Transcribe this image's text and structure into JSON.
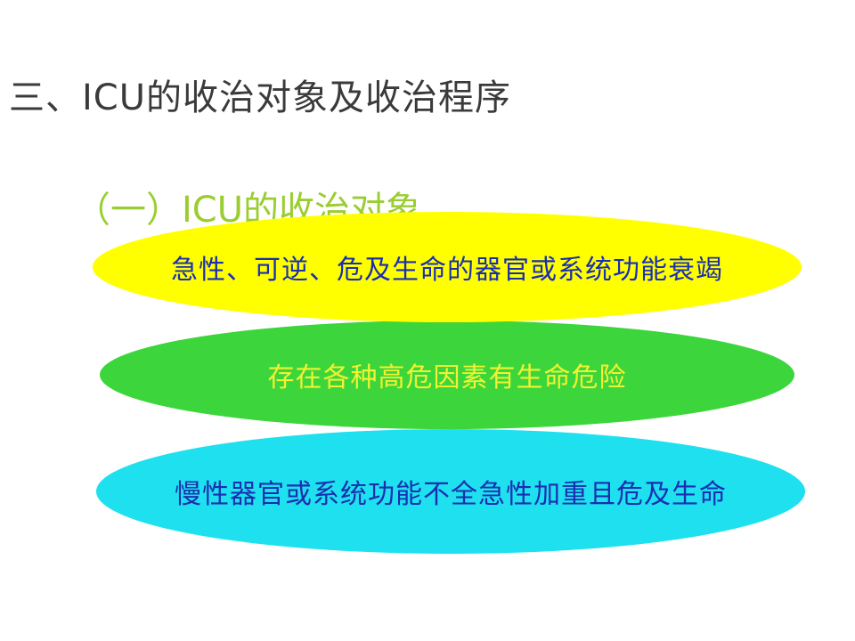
{
  "slide": {
    "title": "三、ICU的收治对象及收治程序",
    "subtitle": "（一）ICU的收治对象",
    "criteria": [
      {
        "text": "急性、可逆、危及生命的器官或系统功能衰竭",
        "fill": "#ffff00",
        "text_color": "#1a2fb0"
      },
      {
        "text": "存在各种高危因素有生命危险",
        "fill": "#3cd63c",
        "text_color": "#f2f230"
      },
      {
        "text": "慢性器官或系统功能不全急性加重且危及生命",
        "fill": "#1ee0ef",
        "text_color": "#1a2fb0"
      }
    ]
  },
  "colors": {
    "title": "#3a3a3a",
    "subtitle": "#9acd32",
    "background": "#ffffff"
  }
}
